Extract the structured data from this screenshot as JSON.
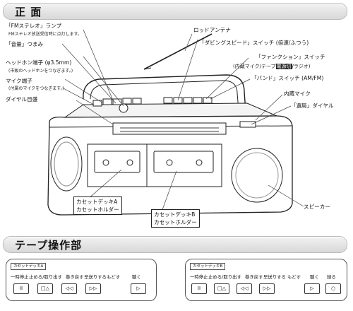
{
  "sections": {
    "front": "正 面",
    "tape": "テープ操作部"
  },
  "left_labels": {
    "fm_lamp": "「FMステレオ」ランプ",
    "fm_lamp_note": "FMステレオ放送受信時に点灯します。",
    "volume": "「音量」つまみ",
    "headphone": "ヘッドホン端子 (φ3.5mm)",
    "headphone_note": "(市販のヘッドホンをつなぎます。)",
    "mic_jack": "マイク端子",
    "mic_jack_note": "(付属のマイクをつなぎます。)",
    "dial_scale": "ダイヤル目盛"
  },
  "right_labels": {
    "antenna": "ロッドアンテナ",
    "dubbing": "「ダビングスピード」スイッチ (倍速/ふつう)",
    "function": "「ファンクション」スイッチ",
    "function_note_a": "(内蔵マイク/テープ",
    "function_note_hl": "電源切",
    "function_note_b": "/ラジオ)",
    "band": "「バンド」スイッチ (AM/FM)",
    "builtin_mic": "内蔵マイク",
    "tuning": "「選局」ダイヤル",
    "speaker": "スピーカー"
  },
  "deck_labels": {
    "deck_a": "カセットデッキA",
    "holder_a": "カセットホルダー",
    "deck_b": "カセットデッキB",
    "holder_b": "カセットホルダー"
  },
  "panel_a": {
    "title": "カセットデッキA",
    "controls": [
      "一時停止",
      "止める/取り出す",
      "巻き戻す",
      "早送りする",
      "もどす",
      "聴く"
    ],
    "keys": [
      "II",
      "□△",
      "◁◁",
      "▷▷",
      "▷"
    ]
  },
  "panel_b": {
    "title": "カセットデッキB",
    "controls": [
      "一時停止",
      "止める/取り出す",
      "巻き戻す",
      "早送りする",
      "もどす",
      "聴く",
      "録る"
    ],
    "keys": [
      "II",
      "□△",
      "◁◁",
      "▷▷",
      "▷",
      "○"
    ]
  }
}
